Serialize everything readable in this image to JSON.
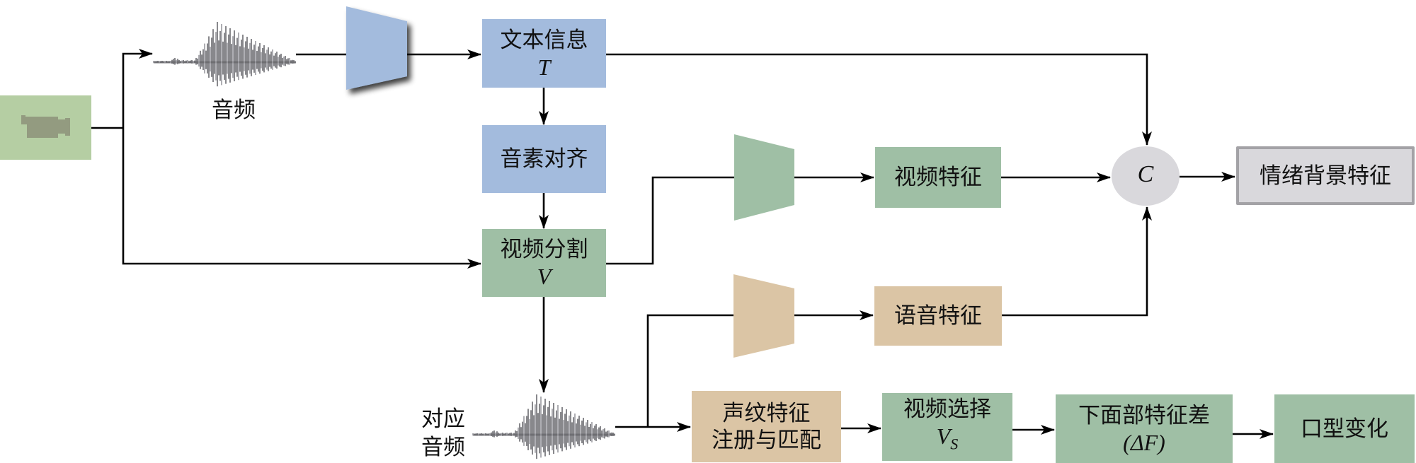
{
  "diagram": {
    "input": {
      "icon": "video-camera-icon"
    },
    "audio_label": "音频",
    "corresponding_audio_label": [
      "对应",
      "音频"
    ],
    "nodes": {
      "text_info": {
        "label": "文本信息",
        "symbol": "T"
      },
      "phoneme_align": {
        "label": "音素对齐"
      },
      "video_split": {
        "label": "视频分割",
        "symbol": "V"
      },
      "video_feature": {
        "label": "视频特征"
      },
      "speech_feature": {
        "label": "语音特征"
      },
      "concat": {
        "symbol": "C"
      },
      "emotion_context": {
        "label": "情绪背景特征"
      },
      "voiceprint": {
        "label_line1": "声纹特征",
        "label_line2": "注册与匹配"
      },
      "video_select": {
        "label": "视频选择",
        "symbol": "V",
        "subscript": "S"
      },
      "lower_face_diff": {
        "label": "下面部特征差",
        "symbol": "(ΔF)"
      },
      "mouth_change": {
        "label": "口型变化"
      }
    },
    "colors": {
      "blue": "#a3bbdd",
      "green": "#9fbfa5",
      "tan": "#dbc5a5",
      "grey": "#d9d8dc",
      "camera_box": "#b5cea3",
      "camera_icon": "#939b80",
      "waveform": "#6b6b70",
      "line": "#000000"
    }
  }
}
